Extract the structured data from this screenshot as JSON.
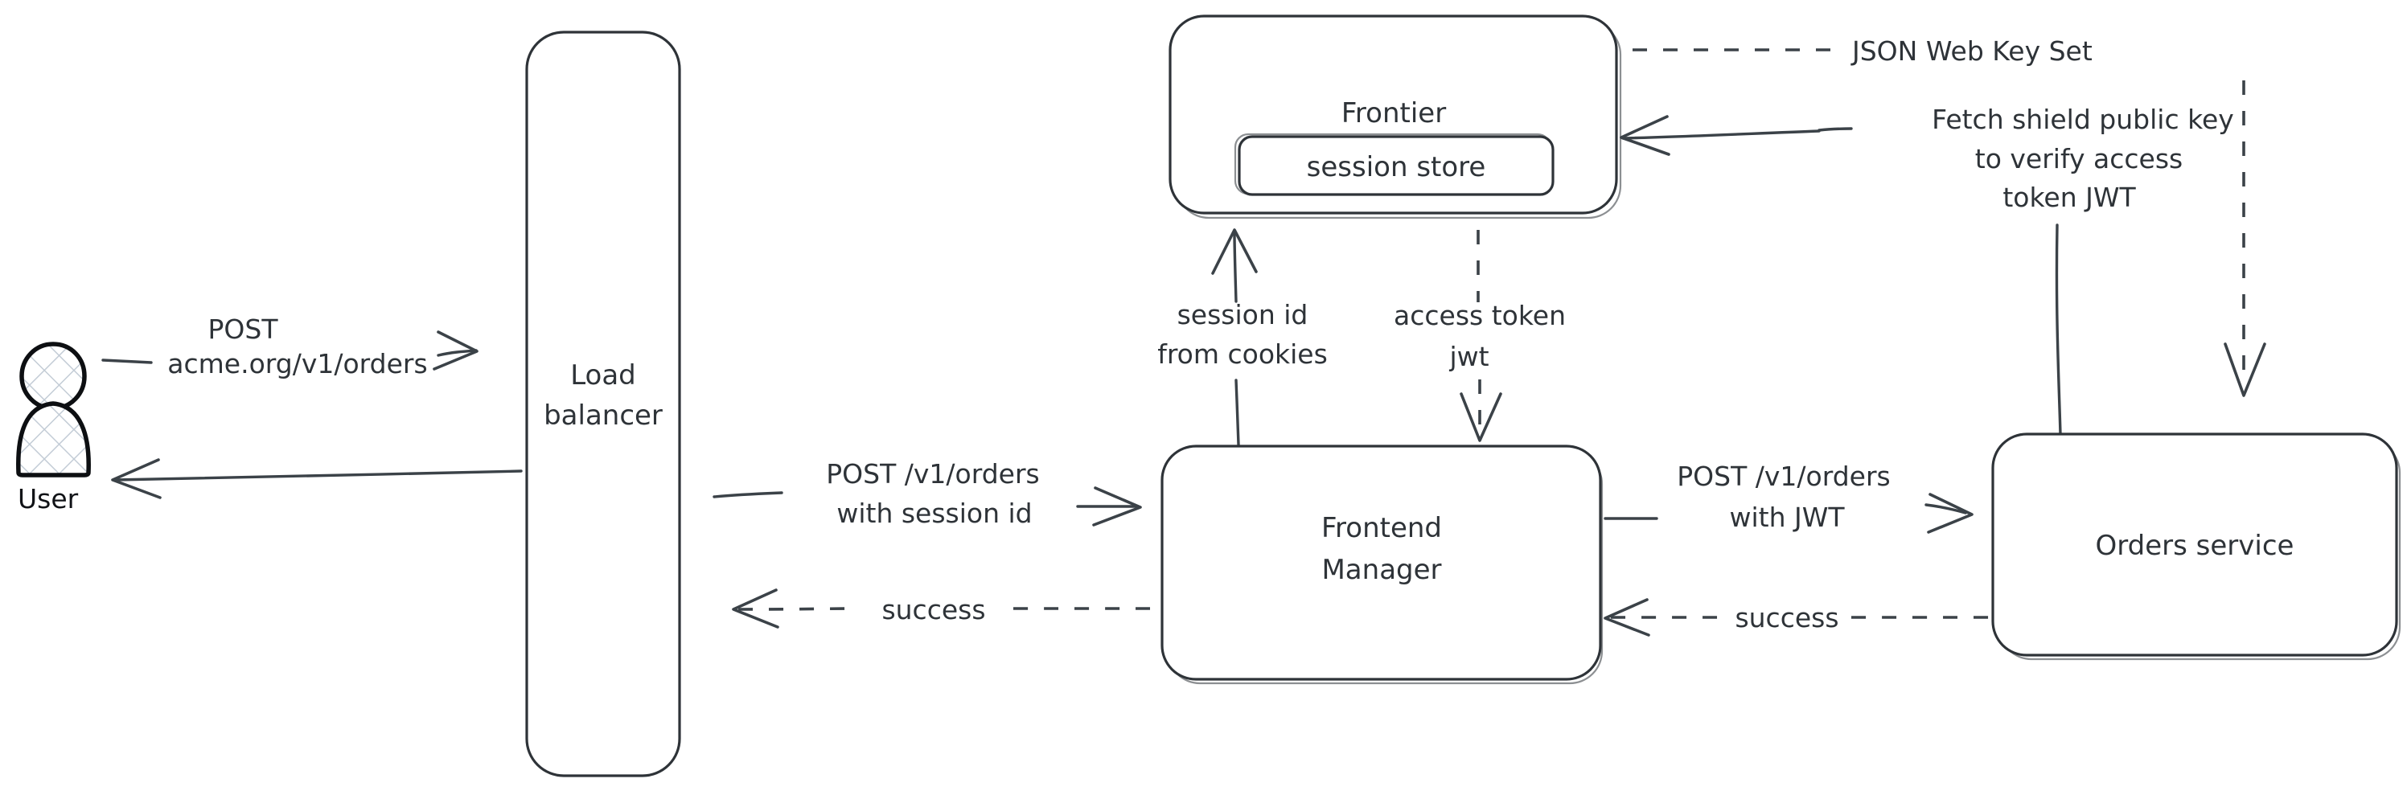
{
  "diagram": {
    "title": "Orders request authentication flow",
    "background": "#ffffff",
    "stroke_color": "#2e3338",
    "edge_color": "#3b4248",
    "actor_fill_hatch": "#c3ccd6"
  },
  "actors": {
    "user": {
      "label": "User",
      "icon": "user-actor-icon"
    }
  },
  "nodes": {
    "load_balancer": {
      "label_line1": "Load",
      "label_line2": "balancer"
    },
    "frontier": {
      "label": "Frontier",
      "child_label": "session store"
    },
    "frontend_manager": {
      "label_line1": "Frontend",
      "label_line2": "Manager"
    },
    "orders_service": {
      "label": "Orders service"
    }
  },
  "edges": {
    "user_to_lb": {
      "label_line1": "POST",
      "label_line2": "acme.org/v1/orders",
      "style": "solid",
      "direction": "right"
    },
    "lb_to_user": {
      "label": "",
      "style": "solid",
      "direction": "left"
    },
    "lb_to_fm": {
      "label_line1": "POST /v1/orders",
      "label_line2": "with session id",
      "style": "solid",
      "direction": "right"
    },
    "fm_to_lb": {
      "label": "success",
      "style": "dashed",
      "direction": "left"
    },
    "fm_to_orders": {
      "label_line1": "POST /v1/orders",
      "label_line2": "with JWT",
      "style": "solid",
      "direction": "right"
    },
    "orders_to_fm": {
      "label": "success",
      "style": "dashed",
      "direction": "left"
    },
    "fm_to_frontier": {
      "label_line1": "session id",
      "label_line2": "from cookies",
      "style": "solid",
      "direction": "up"
    },
    "frontier_to_fm": {
      "label_line1": "access token",
      "label_line2": "jwt",
      "style": "dashed",
      "direction": "down"
    },
    "orders_to_frontier": {
      "label_line1": "Fetch shield public key",
      "label_line2": "to verify access",
      "label_line3": "token JWT",
      "style": "solid",
      "direction": "left"
    },
    "frontier_to_orders_jwks": {
      "label": "JSON Web Key Set",
      "style": "dashed",
      "direction": "down"
    }
  }
}
